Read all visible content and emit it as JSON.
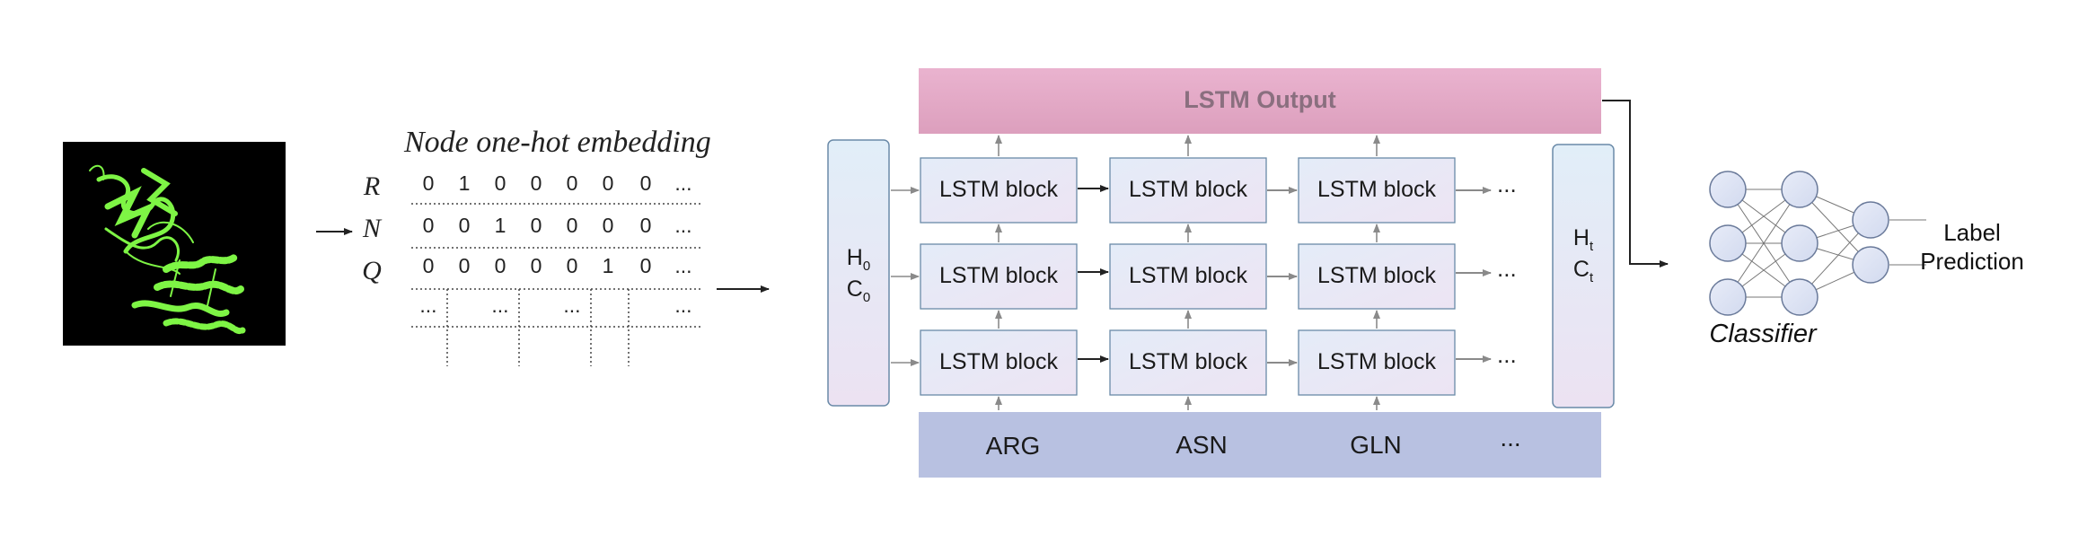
{
  "embedding": {
    "title": "Node one-hot embedding",
    "rows": [
      {
        "label": "R",
        "values": [
          "0",
          "1",
          "0",
          "0",
          "0",
          "0",
          "0",
          "..."
        ]
      },
      {
        "label": "N",
        "values": [
          "0",
          "0",
          "1",
          "0",
          "0",
          "0",
          "0",
          "..."
        ]
      },
      {
        "label": "Q",
        "values": [
          "0",
          "0",
          "0",
          "0",
          "0",
          "1",
          "0",
          "..."
        ]
      },
      {
        "label": "",
        "values": [
          "...",
          "",
          "...",
          "",
          "...",
          "",
          "",
          "..."
        ]
      }
    ]
  },
  "lstm": {
    "output_label": "LSTM Output",
    "block_label": "LSTM block",
    "initial_state": {
      "h": "H",
      "h_sub": "0",
      "c": "C",
      "c_sub": "0"
    },
    "final_state": {
      "h": "H",
      "h_sub": "t",
      "c": "C",
      "c_sub": "t"
    },
    "ellipsis": "...",
    "sequence": [
      "ARG",
      "ASN",
      "GLN",
      "..."
    ]
  },
  "classifier": {
    "label": "Classifier",
    "output_label_line1": "Label",
    "output_label_line2": "Prediction"
  },
  "colors": {
    "output_bar": "#e3a9c6",
    "sequence_bar": "#b8c1e1",
    "block_fill": "#e8eaf8",
    "state_fill": "#e3eaf6",
    "protein_ribbon": "#7ef545",
    "node_fill": "#dfe5f5"
  }
}
